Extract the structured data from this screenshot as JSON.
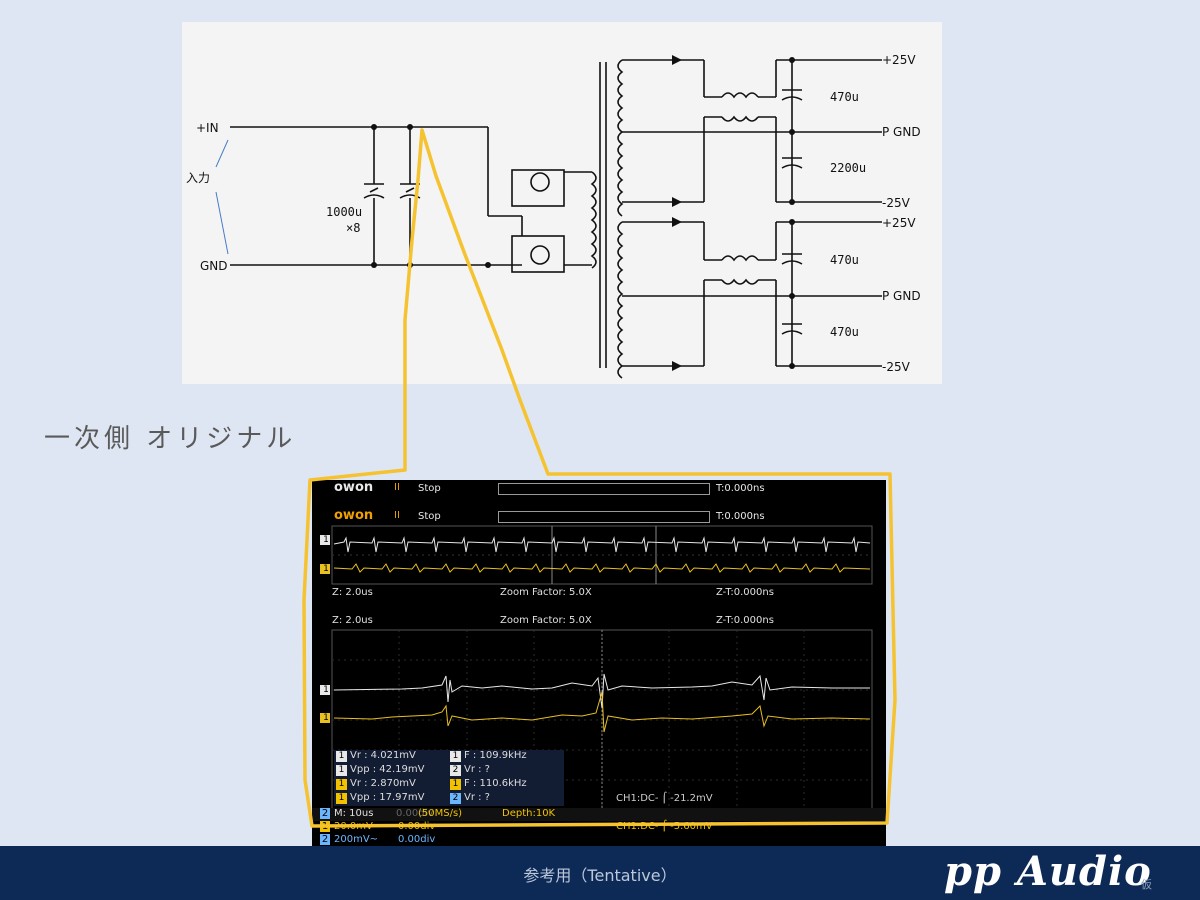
{
  "schematic": {
    "input_plus": "+IN",
    "input_label": "入力",
    "input_gnd": "GND",
    "cap_primary": "1000u",
    "cap_primary_count": "×8",
    "outputs": [
      {
        "label": "+25V"
      },
      {
        "label": "P GND"
      },
      {
        "label": "-25V"
      },
      {
        "label": "+25V"
      },
      {
        "label": "P GND"
      },
      {
        "label": "-25V"
      }
    ],
    "cap_values": [
      "470u",
      "2200u",
      "470u",
      "470u"
    ]
  },
  "caption": "一次側 オリジナル",
  "scope": {
    "brand": "owon",
    "run_icon": "II",
    "state": "Stop",
    "trigger_time": "T:0.000ns",
    "zoom_timebase": "Z: 2.0us",
    "zoom_factor": "Zoom Factor: 5.0X",
    "zoom_trigger": "Z-T:0.000ns",
    "channel_markers": [
      "1",
      "1",
      "1",
      "1"
    ],
    "measurements": [
      {
        "ch": "1",
        "text": "Vr : 4.021mV",
        "ch2": "1",
        "text2": "F : 109.9kHz",
        "ch_color": "#f0f0f0"
      },
      {
        "ch": "1",
        "text": "Vpp : 42.19mV",
        "ch2": "2",
        "text2": "Vr :     ?",
        "ch_color": "#f0f0f0"
      },
      {
        "ch": "1",
        "text": "Vr : 2.870mV",
        "ch2": "1",
        "text2": "F : 110.6kHz",
        "ch_color": "#f2c200"
      },
      {
        "ch": "1",
        "text": "Vpp : 17.97mV",
        "ch2": "2",
        "text2": "Vr :     ?",
        "ch_color": "#f2c200"
      }
    ],
    "trigger_status_back": "CH1:DC- ⌠ -21.2mV",
    "status_rows": [
      {
        "ch": "2",
        "scale": "M: 10us",
        "offset": "0.00div",
        "extra": "(50MS/s)",
        "depth": "Depth:10K",
        "trig": ""
      },
      {
        "ch": "1",
        "scale": "20.0mV~",
        "offset": "0.00div",
        "extra": "",
        "depth": "",
        "trig": "CH1:DC- ⌠ -5.60mV"
      },
      {
        "ch": "2",
        "scale": "200mV~",
        "offset": "0.00div",
        "extra": "",
        "depth": "",
        "trig": ""
      }
    ]
  },
  "footer": {
    "center_text": "参考用（Tentative）",
    "brand": "pp Audio",
    "brand_sub": "仮"
  },
  "colors": {
    "background": "#dfe6f3",
    "footer": "#0d2a56",
    "highlight_yellow": "#f5c230",
    "ch1_trace": "#f0f0f0",
    "ch2_trace": "#e8c020"
  }
}
